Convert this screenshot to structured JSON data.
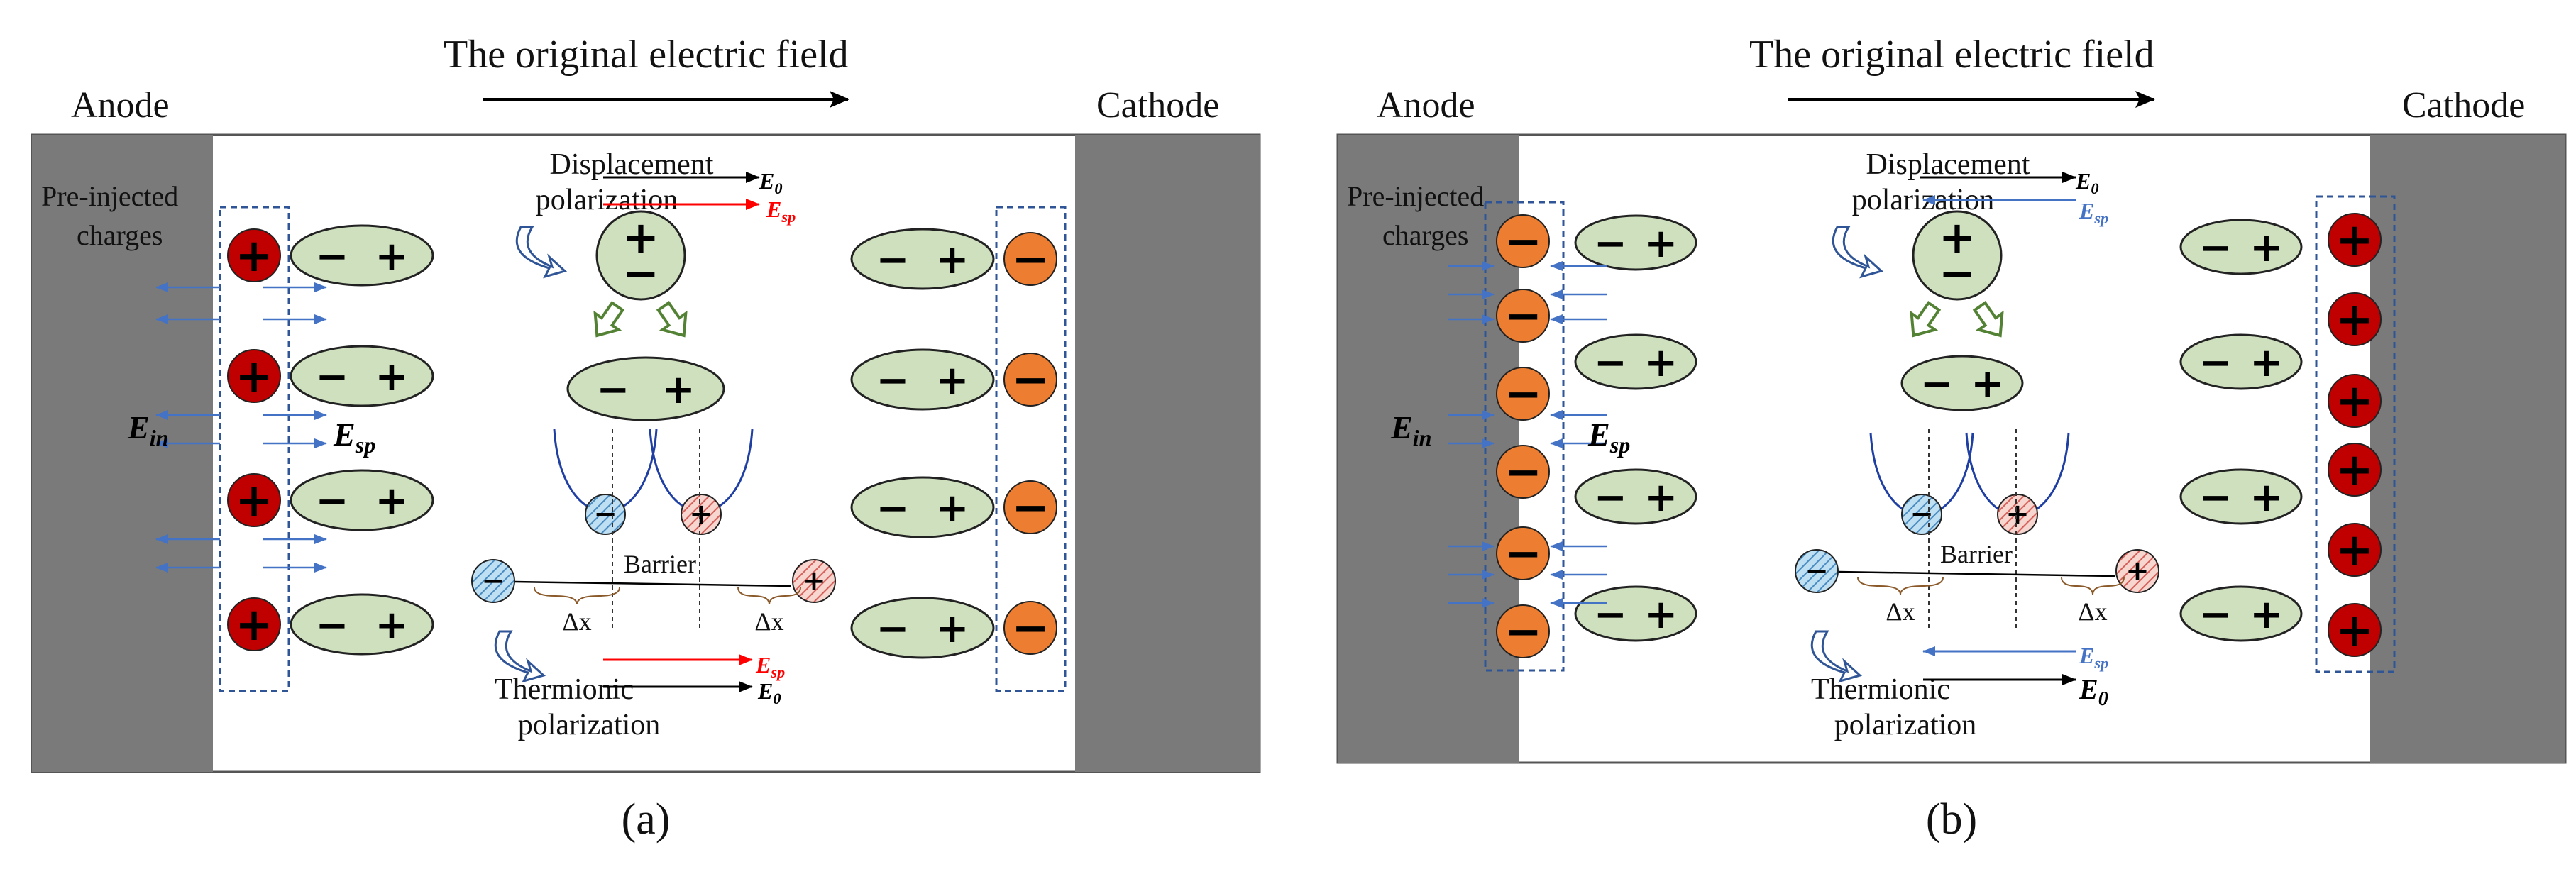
{
  "panels": [
    {
      "id": "a",
      "field_title": "The original electric field",
      "anode_label": "Anode",
      "cathode_label": "Cathode",
      "pre_injected_label": [
        "Pre-injected",
        "charges"
      ],
      "displacement_label": [
        "Displacement",
        "polarization"
      ],
      "thermionic_label": [
        "Thermionic",
        "polarization"
      ],
      "barrier_label": "Barrier",
      "delta_x": "Δx",
      "e0_label": "E",
      "e0_sub": "0",
      "esp_label": "E",
      "esp_sub": "sp",
      "ein_label": "E",
      "ein_sub": "in",
      "caption": "(a)"
    },
    {
      "id": "b",
      "field_title": "The original electric field",
      "anode_label": "Anode",
      "cathode_label": "Cathode",
      "pre_injected_label": [
        "Pre-injected",
        "charges"
      ],
      "displacement_label": [
        "Displacement",
        "polarization"
      ],
      "thermionic_label": [
        "Thermionic",
        "polarization"
      ],
      "barrier_label": "Barrier",
      "delta_x": "Δx",
      "e0_label": "E",
      "e0_sub": "0",
      "esp_label": "E",
      "esp_sub": "sp",
      "ein_label": "E",
      "ein_sub": "in",
      "caption": "(b)"
    }
  ],
  "symbols": {
    "plus": "+",
    "minus": "−"
  },
  "colors": {
    "electrode_gray": "#7a7a7a",
    "dipole_fill": "#cfe0bf",
    "pos_charge": "#c00000",
    "neg_charge": "#ed7d31",
    "esp_red": "#ff0000",
    "esp_blue": "#4472c4",
    "field_line_blue": "#4472c4"
  }
}
